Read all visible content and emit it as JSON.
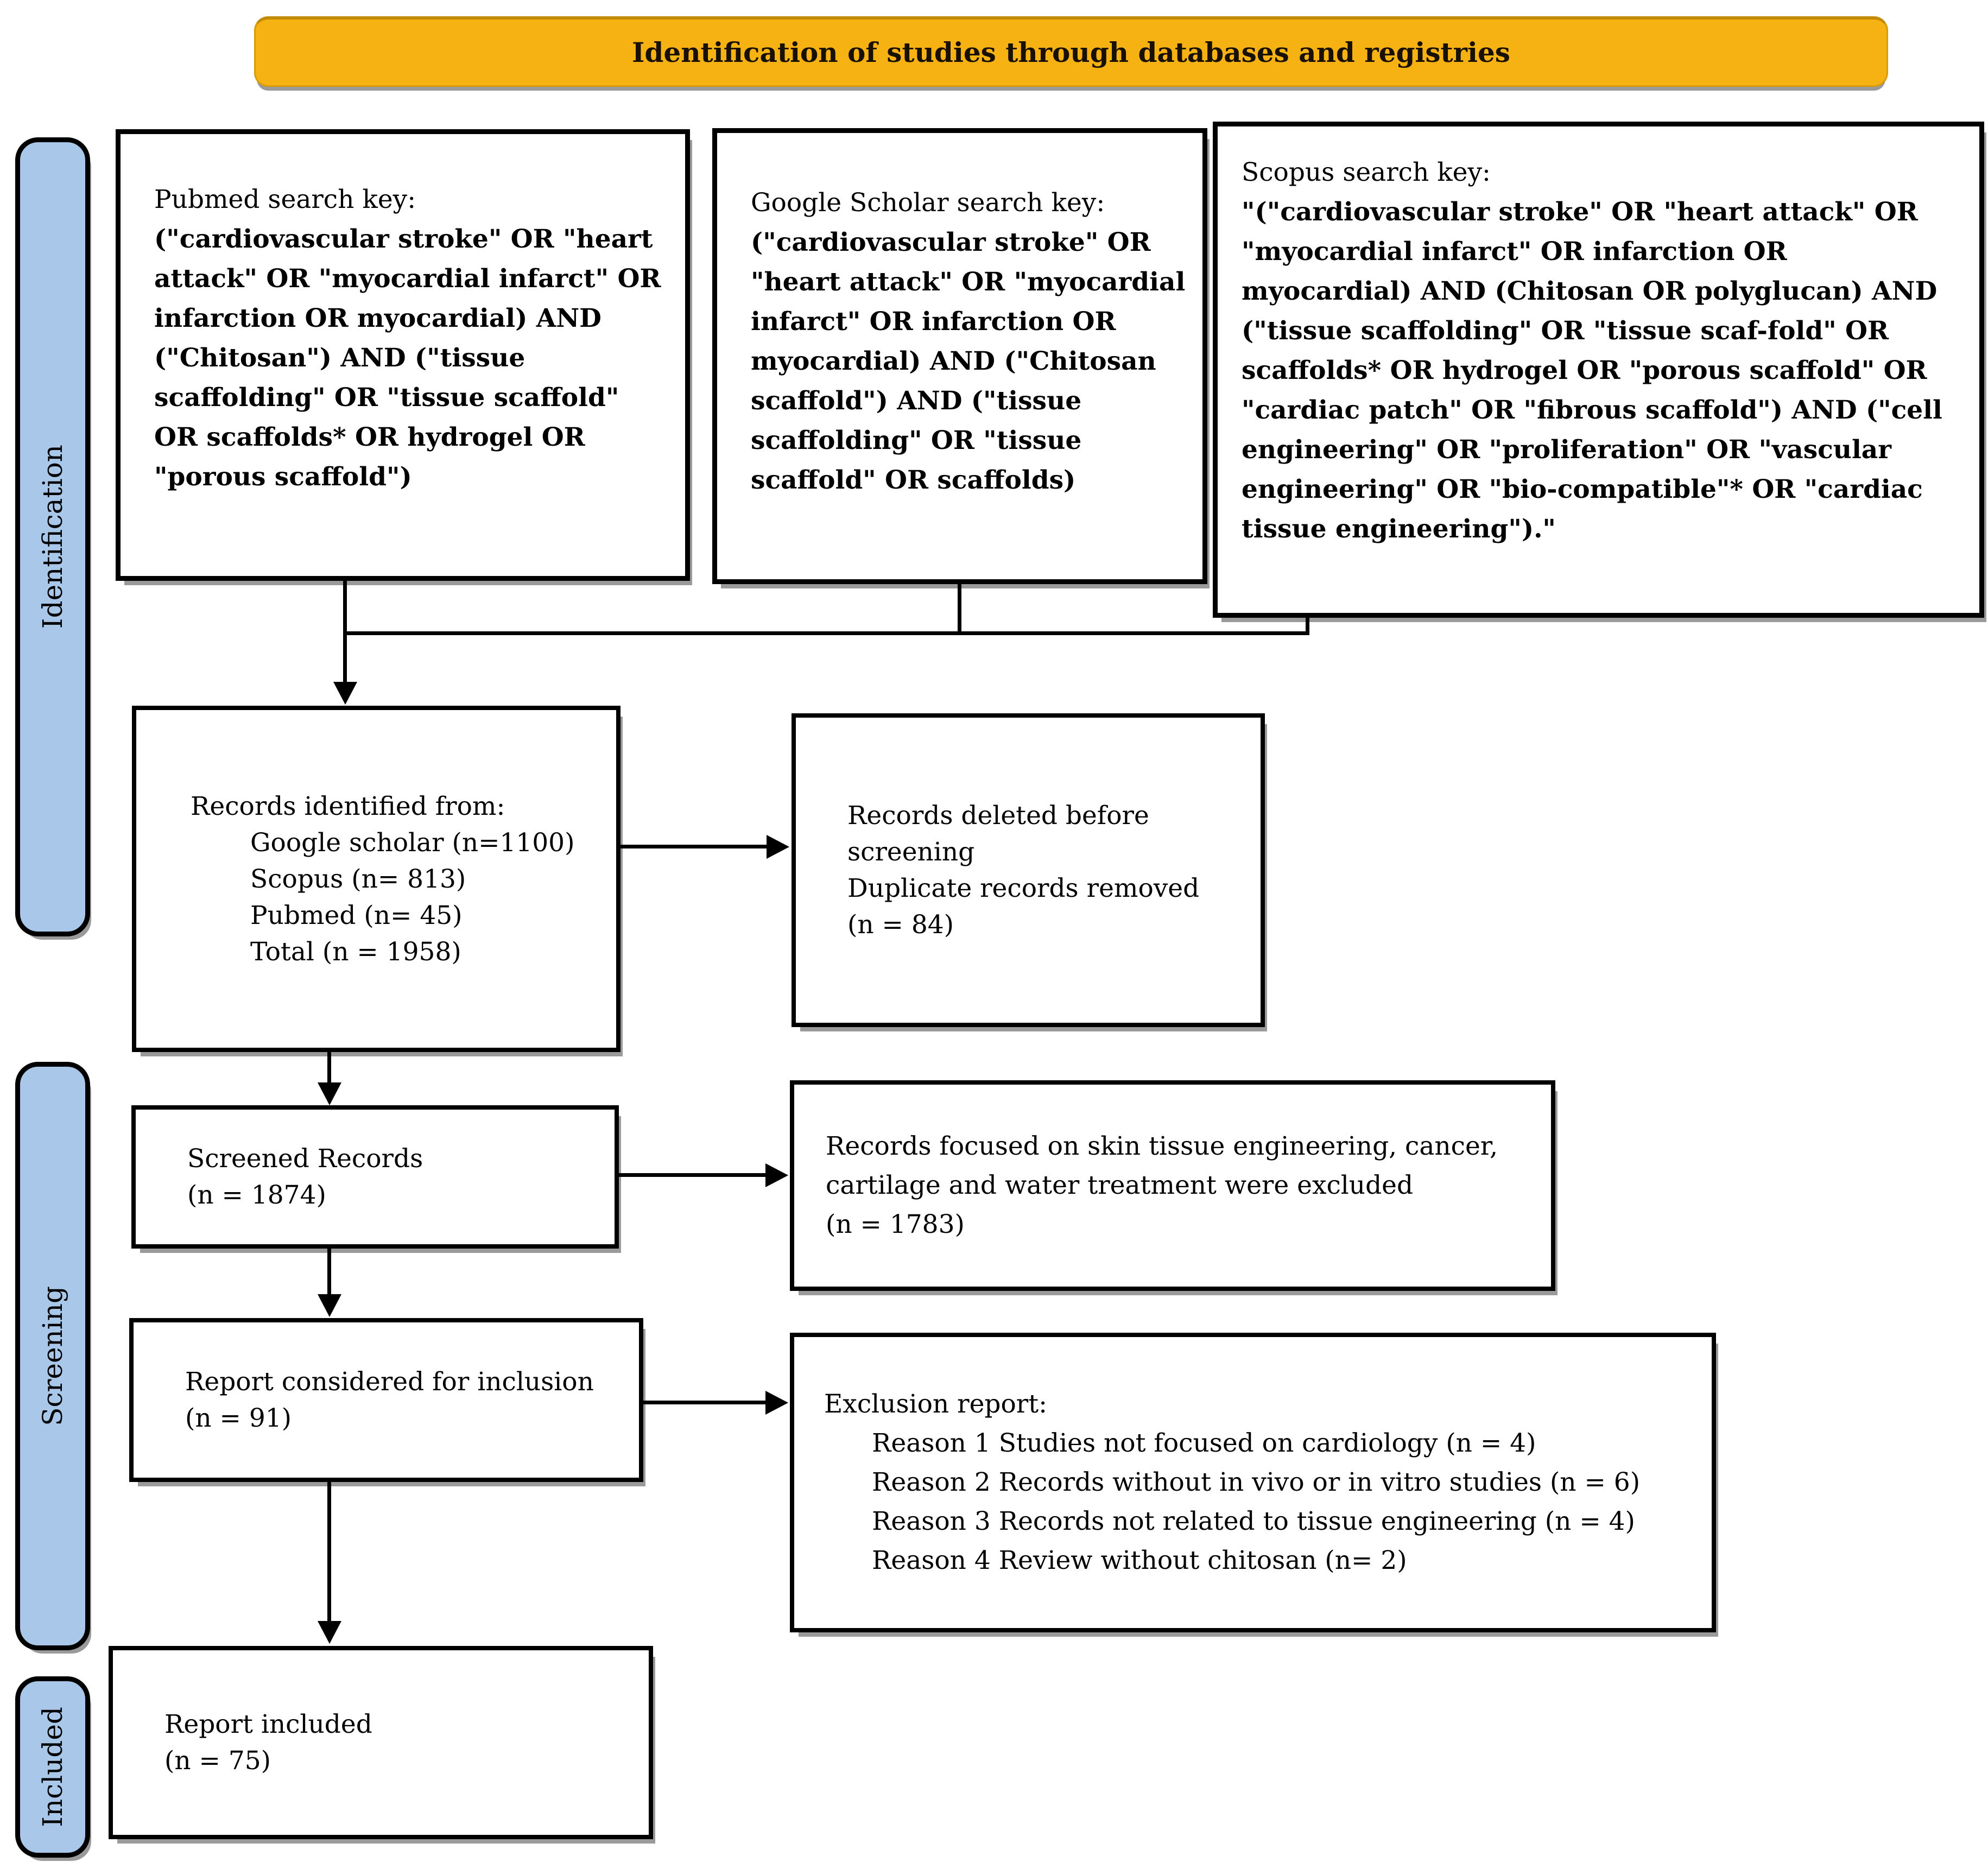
{
  "banner": {
    "label": "Identification of studies through databases and registries"
  },
  "colors": {
    "banner_bg": "#F6B213",
    "stage_bg": "#A9C7E8",
    "box_border": "#000000",
    "background": "#FFFFFF"
  },
  "sidebar": {
    "stages": [
      {
        "label": "Identification"
      },
      {
        "label": "Screening"
      },
      {
        "label": "Included"
      }
    ]
  },
  "search_boxes": [
    {
      "title": "Pubmed search key:",
      "query": "(\"cardiovascular stroke\" OR \"heart attack\" OR \"myocardial infarct\" OR infarction OR myocardial) AND (\"Chitosan\") AND (\"tissue scaffolding\" OR \"tissue scaffold\" OR scaffolds* OR hydrogel OR \"porous scaffold\")"
    },
    {
      "title": "Google Scholar search key:",
      "query": "(\"cardiovascular stroke\" OR \"heart attack\" OR \"myocardial infarct\" OR infarction OR myocardial) AND (\"Chitosan scaffold\") AND (\"tissue scaffolding\" OR \"tissue scaffold\" OR scaffolds)"
    },
    {
      "title": "Scopus search key:",
      "query": "\"(\"cardiovascular stroke\" OR \"heart attack\" OR \"myocardial infarct\" OR infarction OR myocardial) AND (Chitosan OR polyglucan) AND (\"tissue scaffolding\" OR \"tissue scaf-fold\" OR scaffolds* OR hydrogel OR \"porous scaffold\" OR \"cardiac patch\" OR \"fibrous scaffold\") AND (\"cell engineering\" OR \"proliferation\" OR \"vascular engineering\" OR \"bio-compatible\"* OR \"cardiac tissue engineering\").\""
    }
  ],
  "flow": {
    "records_identified": {
      "intro": "Records identified from:",
      "items": [
        "Google scholar (n=1100)",
        "Scopus (n= 813)",
        "Pubmed (n= 45)",
        "Total (n = 1958)"
      ]
    },
    "records_deleted": {
      "line1": "Records deleted before screening",
      "line2": "Duplicate records removed",
      "line3": "(n = 84)"
    },
    "screened": {
      "line1": "Screened Records",
      "line2": "(n = 1874)"
    },
    "screening_excluded": {
      "line1": "Records focused on skin tissue engineering, cancer, cartilage and water treatment were excluded",
      "line2": "(n = 1783)"
    },
    "considered": {
      "line1": "Report considered for inclusion",
      "line2": "(n = 91)"
    },
    "exclusion_report": {
      "title": "Exclusion report:",
      "reasons": [
        "Reason 1 Studies not focused on cardiology (n = 4)",
        "Reason 2 Records without in vivo or in vitro studies (n = 6)",
        "Reason 3 Records not related to tissue engineering (n = 4)",
        "Reason 4 Review without chitosan (n= 2)"
      ]
    },
    "included": {
      "line1": "Report included",
      "line2": "(n = 75)"
    }
  }
}
